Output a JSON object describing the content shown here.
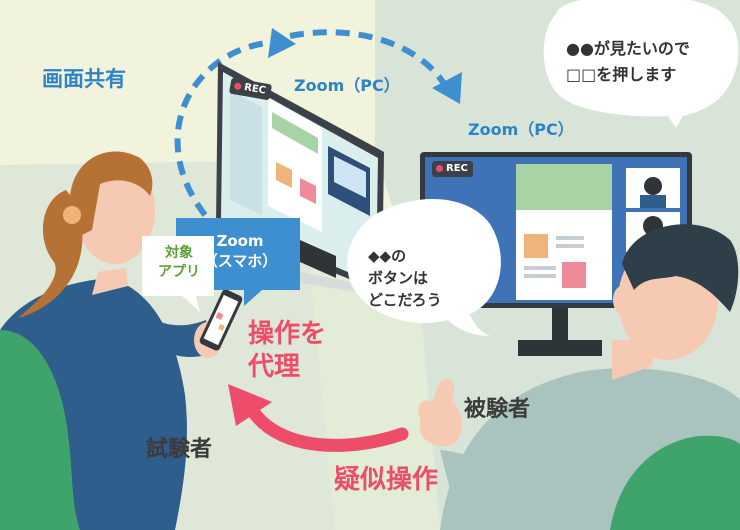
{
  "labels": {
    "screen_share": "画面共有",
    "zoom_pc_1": "Zoom（PC）",
    "zoom_pc_2": "Zoom（PC）",
    "zoom_smartphone_line1": "Zoom",
    "zoom_smartphone_line2": "（スマホ）",
    "target_app_line1": "対象",
    "target_app_line2": "アプリ",
    "proxy_operation_line1": "操作を",
    "proxy_operation_line2": "代理",
    "pseudo_operation": "疑似操作",
    "tester": "試験者",
    "subject": "被験者",
    "rec": "REC",
    "thought_line1": "●●が見たいので",
    "thought_line2": "□□を押します",
    "bubble_line1": "◆◆の",
    "bubble_line2": "ボタンは",
    "bubble_line3": "どこだろう"
  },
  "colors": {
    "background": "#f2f3dc",
    "accent_blue": "#2c84c6",
    "accent_red": "#ee4d6a",
    "accent_green": "#5c9e36",
    "woman_sweater": "#2f5d8c",
    "man_sweater": "#a9c4bf"
  }
}
